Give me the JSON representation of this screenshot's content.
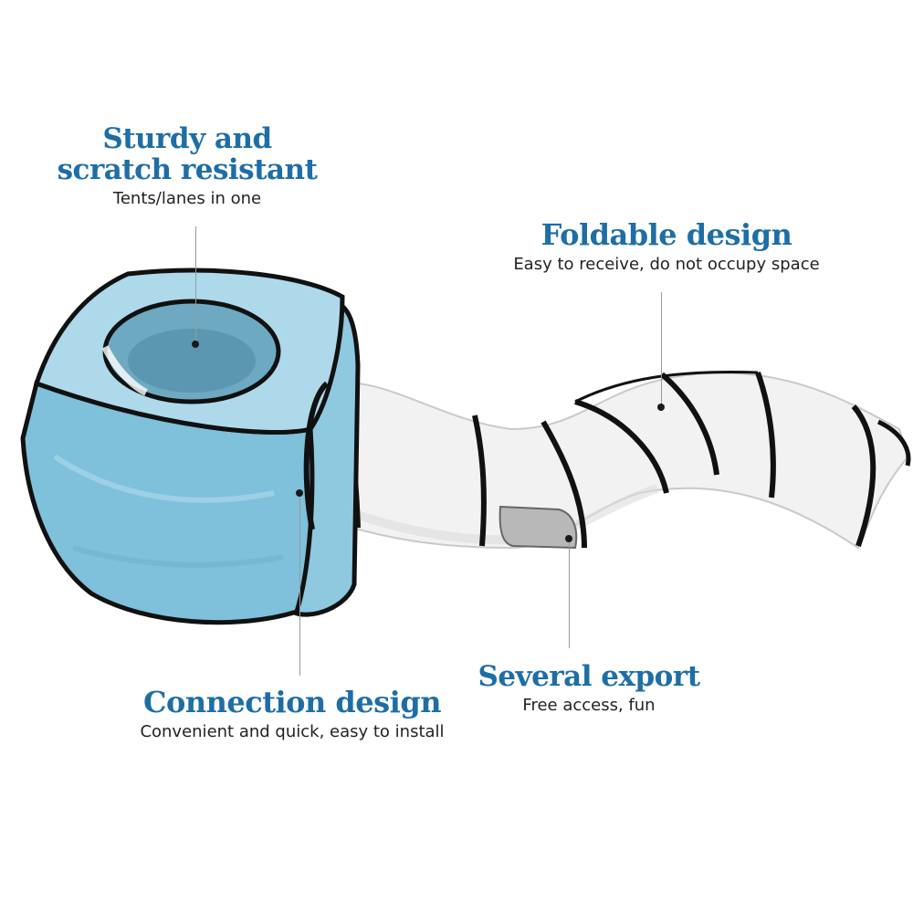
{
  "features": [
    {
      "id": "sturdy",
      "title_line1": "Sturdy and",
      "title_line2": "scratch resistant",
      "subtitle": "Tents/lanes in one"
    },
    {
      "id": "foldable",
      "title": "Foldable design",
      "subtitle": "Easy to receive, do not occupy space"
    },
    {
      "id": "connection",
      "title": "Connection design",
      "subtitle": "Convenient and quick, easy to install"
    },
    {
      "id": "export",
      "title": "Several export",
      "subtitle": "Free access, fun"
    }
  ],
  "colors": {
    "title_blue": "#1e6ea6",
    "cube_blue": "#8ec9e0",
    "cube_top": "#aed9ea",
    "tunnel_white": "#f2f2f2",
    "trim_black": "#111111"
  }
}
